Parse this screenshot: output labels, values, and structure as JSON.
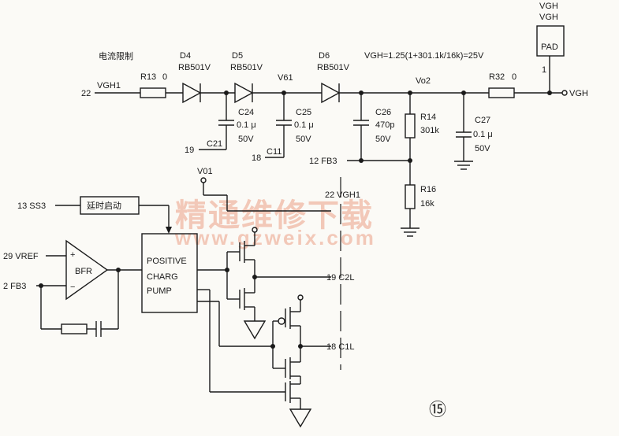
{
  "labels": {
    "vgh_top1": "VGH",
    "vgh_top2": "VGH",
    "pad": "PAD",
    "pad_pin": "1",
    "current_limit": "电流限制",
    "d4": "D4",
    "d4_part": "RB501V",
    "d5": "D5",
    "d5_part": "RB501V",
    "d6": "D6",
    "d6_part": "RB501V",
    "formula": "VGH=1.25(1+301.1k/16k)=25V",
    "pin22": "22",
    "net_vgh1": "VGH1",
    "r13": "R13",
    "r13_val": "0",
    "v61": "V61",
    "vo2": "Vo2",
    "r32": "R32",
    "r32_val": "0",
    "out_vgh": "VGH",
    "c24": "C24",
    "c24_val": "0.1 μ",
    "c24_v": "50V",
    "c25": "C25",
    "c25_val": "0.1 μ",
    "c25_v": "50V",
    "c26": "C26",
    "c26_val": "470p",
    "c26_v": "50V",
    "r14": "R14",
    "r14_val": "301k",
    "c27": "C27",
    "c27_val": "0.1 μ",
    "c27_v": "50V",
    "pin19_c21": "19",
    "c21": "C21",
    "pin18_c11": "18",
    "c11": "C11",
    "fb3_pin": "12 FB3",
    "v01": "V01",
    "vgh1_inner": "VGH1",
    "pin22_inner": "22",
    "r16": "R16",
    "r16_val": "16k",
    "ss3": "13 SS3",
    "delay_start": "延时启动",
    "vref": "29 VREF",
    "fb3_left": "2 FB3",
    "bfr": "BFR",
    "op_plus": "+",
    "op_minus": "−",
    "pump_l1": "POSITIVE",
    "pump_l2": "CHARG",
    "pump_l3": "PUMP",
    "c2l": "19 C2L",
    "c1l": "18 C1L",
    "figure_no": "⑮"
  },
  "watermark": {
    "cn": "精通维修下载",
    "url": "www.gzweix.com",
    "color": "#f0b8a4"
  }
}
